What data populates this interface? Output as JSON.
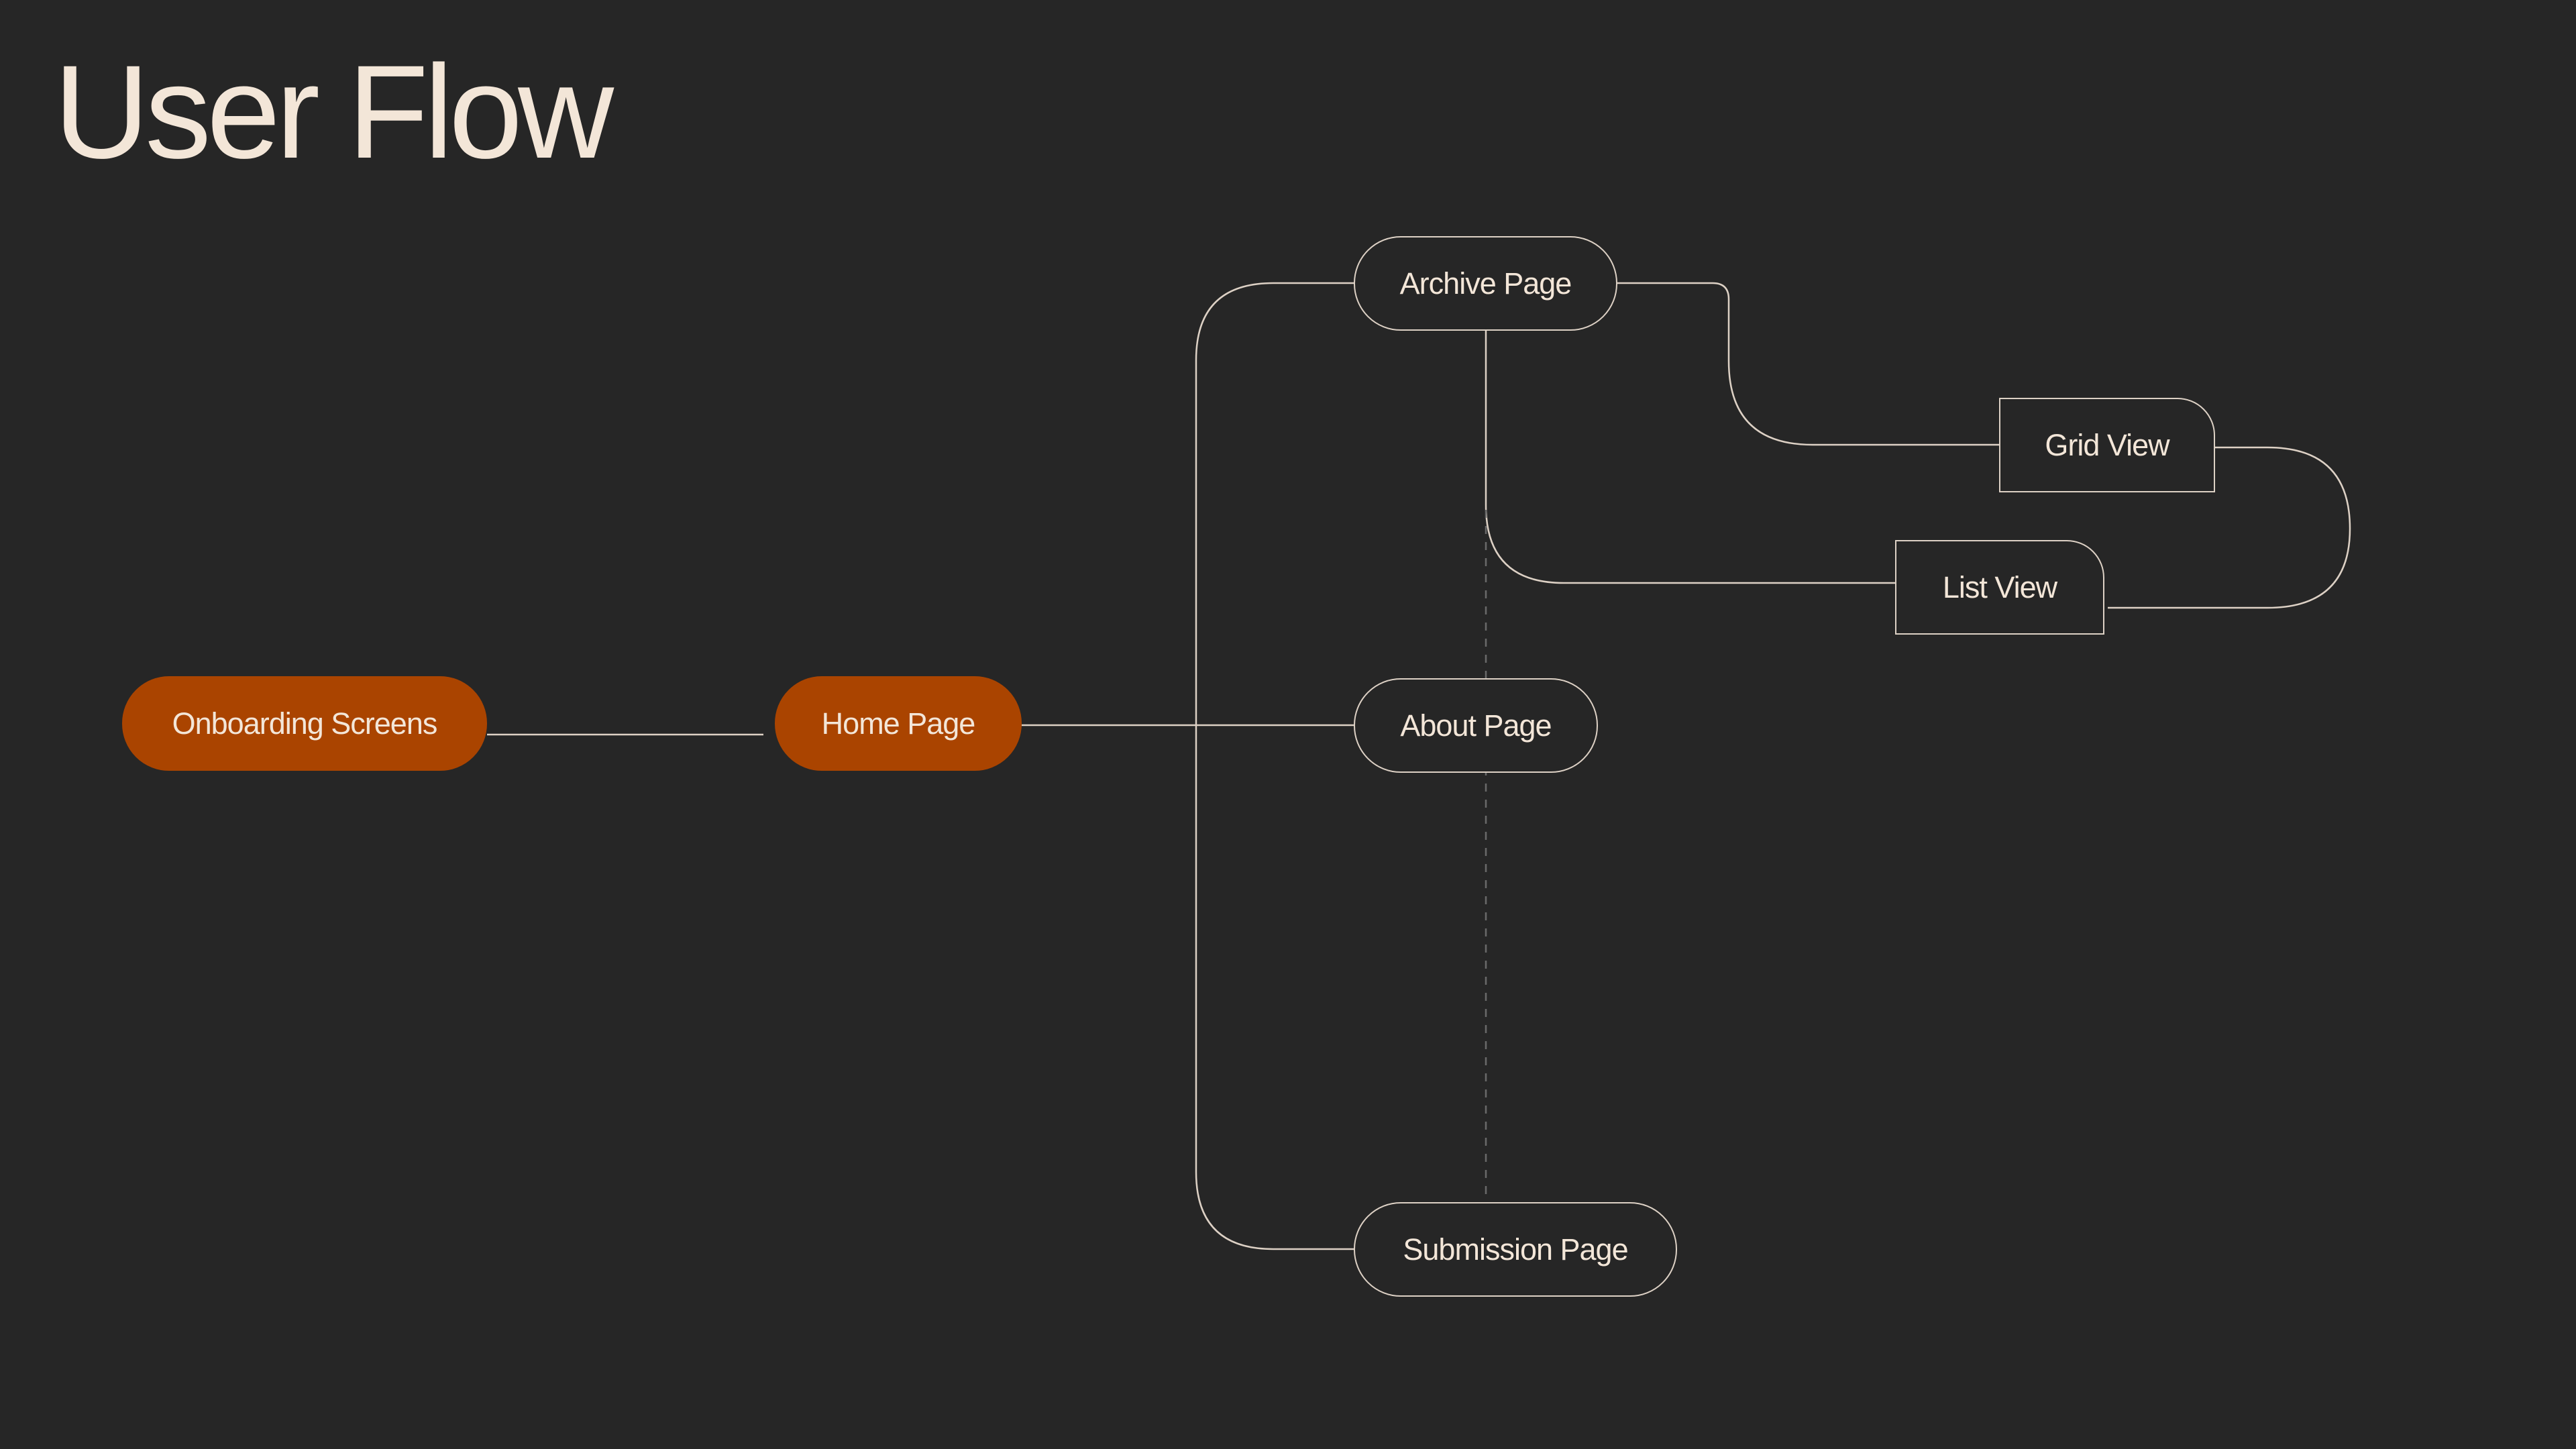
{
  "title": "User Flow",
  "colors": {
    "background": "#262626",
    "text": "#f3e6d8",
    "accent": "#aa4400",
    "line": "#ddd1c5",
    "dashed_line": "#6a6a6a"
  },
  "nodes": {
    "onboarding": {
      "label": "Onboarding Screens",
      "style": "filled"
    },
    "home": {
      "label": "Home Page",
      "style": "filled"
    },
    "archive": {
      "label": "Archive Page",
      "style": "outline-pill"
    },
    "about": {
      "label": "About Page",
      "style": "outline-pill"
    },
    "submission": {
      "label": "Submission Page",
      "style": "outline-pill"
    },
    "grid": {
      "label": "Grid View",
      "style": "outline-tab"
    },
    "list": {
      "label": "List View",
      "style": "outline-tab"
    }
  },
  "edges": [
    {
      "from": "Onboarding Screens",
      "to": "Home Page",
      "style": "solid"
    },
    {
      "from": "Home Page",
      "to": "Archive Page",
      "style": "solid"
    },
    {
      "from": "Home Page",
      "to": "About Page",
      "style": "solid"
    },
    {
      "from": "Home Page",
      "to": "Submission Page",
      "style": "solid"
    },
    {
      "from": "Archive Page",
      "to": "Grid View",
      "style": "solid"
    },
    {
      "from": "Archive Page",
      "to": "List View",
      "style": "solid"
    },
    {
      "from": "Grid View",
      "to": "List View",
      "style": "solid"
    },
    {
      "from": "Archive Page",
      "to": "Submission Page",
      "style": "dashed"
    }
  ]
}
